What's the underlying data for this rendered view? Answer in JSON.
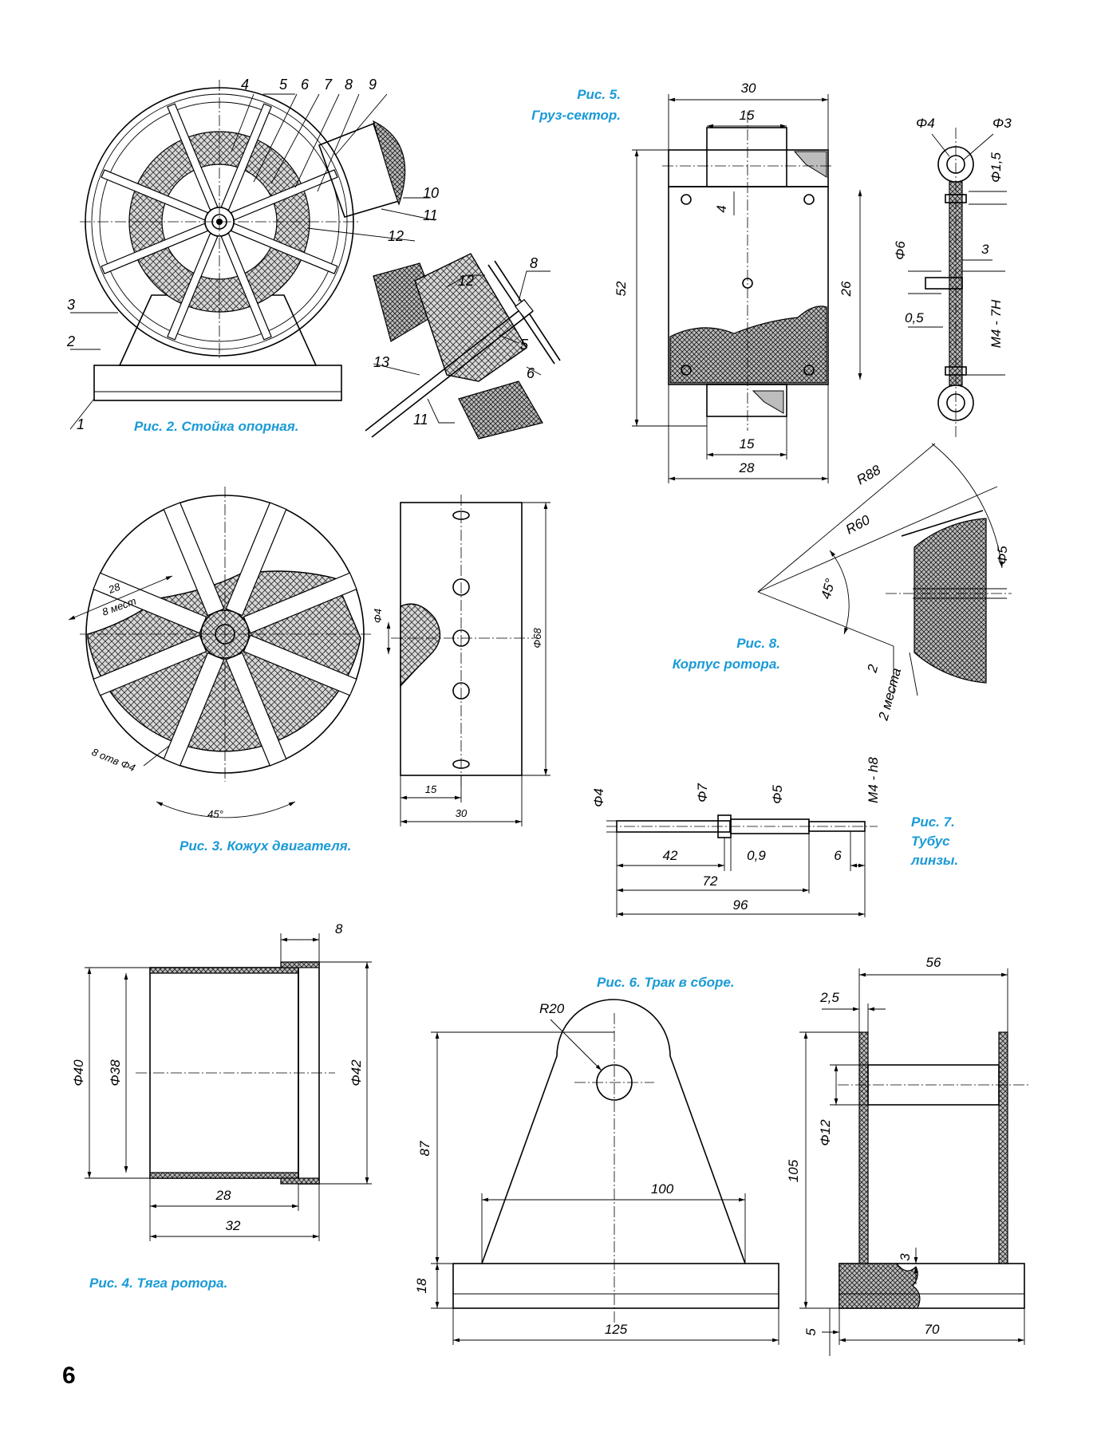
{
  "page_number": "6",
  "fig2": {
    "caption": "Рис. 2. Стойка опорная.",
    "parts": [
      "1",
      "2",
      "3",
      "4",
      "5",
      "6",
      "7",
      "8",
      "9",
      "10",
      "11",
      "12"
    ],
    "detail_parts": [
      "12",
      "8",
      "5",
      "6",
      "13",
      "11"
    ]
  },
  "fig3": {
    "caption": "Рис. 3. Кожух двигателя.",
    "dims": {
      "d28": "28",
      "holes8": "8 мест",
      "holes_phi4": "8 отв Φ4",
      "angle": "45°",
      "phi4": "Φ4",
      "phi68": "Φ68",
      "d15": "15",
      "d30": "30"
    }
  },
  "fig4": {
    "caption": "Рис. 4. Тяга ротора.",
    "dims": {
      "d8": "8",
      "phi40": "Φ40",
      "phi38": "Φ38",
      "phi42": "Φ42",
      "d28": "28",
      "d32": "32"
    }
  },
  "fig5": {
    "caption_1": "Рис. 5.",
    "caption_2": "Груз-сектор.",
    "dims": {
      "d30": "30",
      "d15top": "15",
      "d4": "4",
      "d52": "52",
      "d26": "26",
      "d15bot": "15",
      "d28": "28",
      "phi4": "Φ4",
      "phi3": "Φ3",
      "phi1_5": "Φ1,5",
      "phi6": "Φ6",
      "d3": "3",
      "d0_5": "0,5",
      "m4": "M4 - 7H"
    }
  },
  "fig6": {
    "caption": "Рис. 6. Трак в сборе.",
    "dims": {
      "r20": "R20",
      "d87": "87",
      "d100": "100",
      "d18": "18",
      "d125": "125",
      "d56": "56",
      "d2_5": "2,5",
      "phi12": "Φ12",
      "d105": "105",
      "d3": "3",
      "d5": "5",
      "d70": "70"
    }
  },
  "fig7": {
    "caption_1": "Рис. 7.",
    "caption_2": "Тубус",
    "caption_3": "линзы.",
    "dims": {
      "phi4": "Φ4",
      "phi7": "Φ7",
      "phi5": "Φ5",
      "m4": "M4 - h8",
      "d42": "42",
      "d0_9": "0,9",
      "d6": "6",
      "d72": "72",
      "d96": "96"
    }
  },
  "fig8": {
    "caption_1": "Рис. 8.",
    "caption_2": "Корпус ротора.",
    "dims": {
      "r88": "R88",
      "r60": "R60",
      "angle": "45°",
      "phi5": "Φ5",
      "d2": "2",
      "places2": "2 места"
    }
  }
}
